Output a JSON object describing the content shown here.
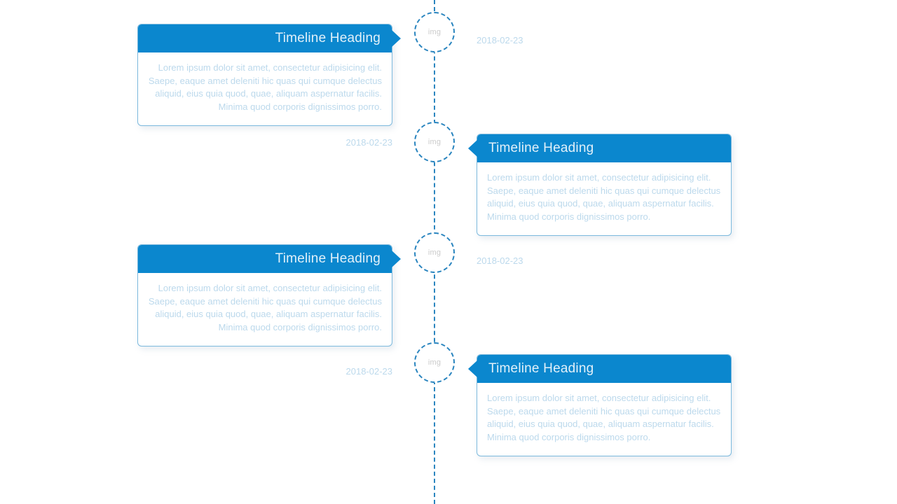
{
  "theme": {
    "accent": "#0b87ce",
    "axis_color": "#2a85bf",
    "card_border": "#7cb9dd",
    "body_text": "#bcd9ec",
    "date_text": "#bcd9ec",
    "placeholder_text": "#cbcbcb",
    "background": "#ffffff"
  },
  "timeline": {
    "name": "vertical-timeline",
    "markers": [
      {
        "img_label": "img"
      },
      {
        "img_label": "img"
      },
      {
        "img_label": "img"
      },
      {
        "img_label": "img"
      }
    ],
    "entries": [
      {
        "side": "left",
        "date": "2018-02-23",
        "heading": "Timeline Heading",
        "body": "Lorem ipsum dolor sit amet, consectetur adipisicing elit. Saepe, eaque amet deleniti hic quas qui cumque delectus aliquid, eius quia quod, quae, aliquam aspernatur facilis. Minima quod corporis dignissimos porro."
      },
      {
        "side": "right",
        "date": "2018-02-23",
        "heading": "Timeline Heading",
        "body": "Lorem ipsum dolor sit amet, consectetur adipisicing elit. Saepe, eaque amet deleniti hic quas qui cumque delectus aliquid, eius quia quod, quae, aliquam aspernatur facilis. Minima quod corporis dignissimos porro."
      },
      {
        "side": "left",
        "date": "2018-02-23",
        "heading": "Timeline Heading",
        "body": "Lorem ipsum dolor sit amet, consectetur adipisicing elit. Saepe, eaque amet deleniti hic quas qui cumque delectus aliquid, eius quia quod, quae, aliquam aspernatur facilis. Minima quod corporis dignissimos porro."
      },
      {
        "side": "right",
        "date": "2018-02-23",
        "heading": "Timeline Heading",
        "body": "Lorem ipsum dolor sit amet, consectetur adipisicing elit. Saepe, eaque amet deleniti hic quas qui cumque delectus aliquid, eius quia quod, quae, aliquam aspernatur facilis. Minima quod corporis dignissimos porro."
      }
    ]
  }
}
